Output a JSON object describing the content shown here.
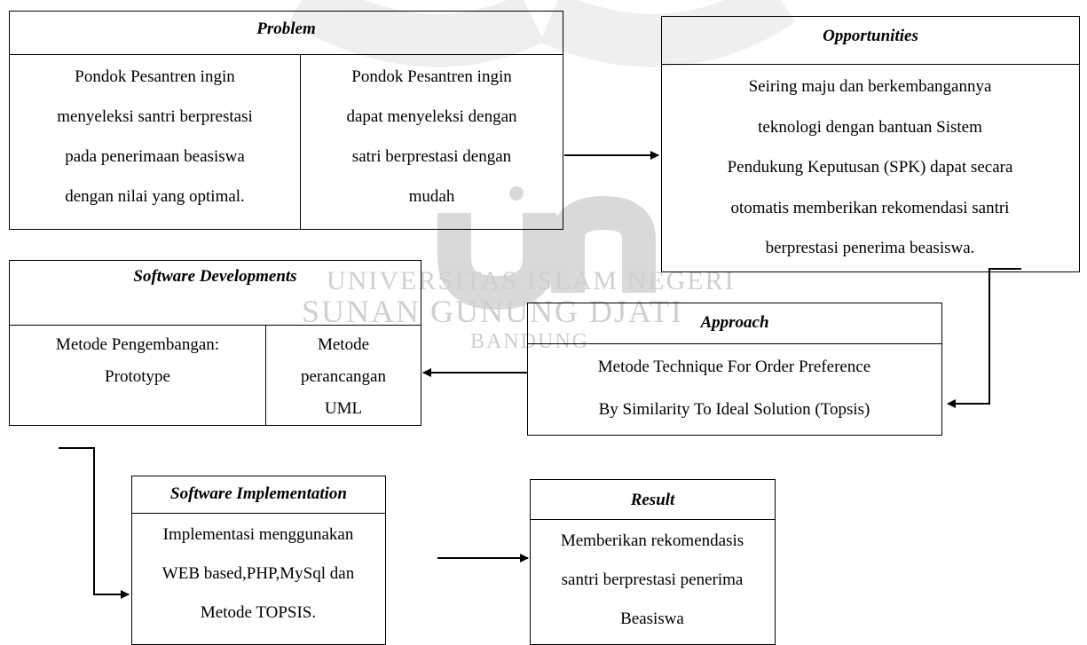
{
  "watermark": {
    "line1": "UNIVERSITAS ISLAM NEGERI",
    "line2": "SUNAN GUNUNG DJATI",
    "line3": "BANDUNG",
    "logo_color": "#cfcfcf"
  },
  "problem": {
    "title": "Problem",
    "left": "Pondok Pesantren ingin\nmenyeleksi santri berprestasi\npada penerimaan beasiswa\ndengan nilai yang optimal.",
    "right": "Pondok Pesantren ingin\ndapat menyeleksi dengan\nsatri berprestasi dengan\nmudah"
  },
  "opportunities": {
    "title": "Opportunities",
    "body": "Seiring maju dan berkembangannya\nteknologi dengan bantuan Sistem\nPendukung Keputusan (SPK) dapat secara\notomatis memberikan rekomendasi santri\nberprestasi penerima beasiswa."
  },
  "software_developments": {
    "title": "Software Developments",
    "left": "Metode Pengembangan:\nPrototype",
    "right": "Metode\nperancangan\nUML"
  },
  "approach": {
    "title": "Approach",
    "body": "Metode  Technique For Order Preference\nBy Similarity To Ideal Solution (Topsis)"
  },
  "software_implementation": {
    "title": "Software Implementation",
    "body": "Implementasi menggunakan\nWEB based,PHP,MySql dan\nMetode TOPSIS."
  },
  "result": {
    "title": "Result",
    "body": "Memberikan rekomendasis\nsantri berprestasi penerima\nBeasiswa"
  }
}
